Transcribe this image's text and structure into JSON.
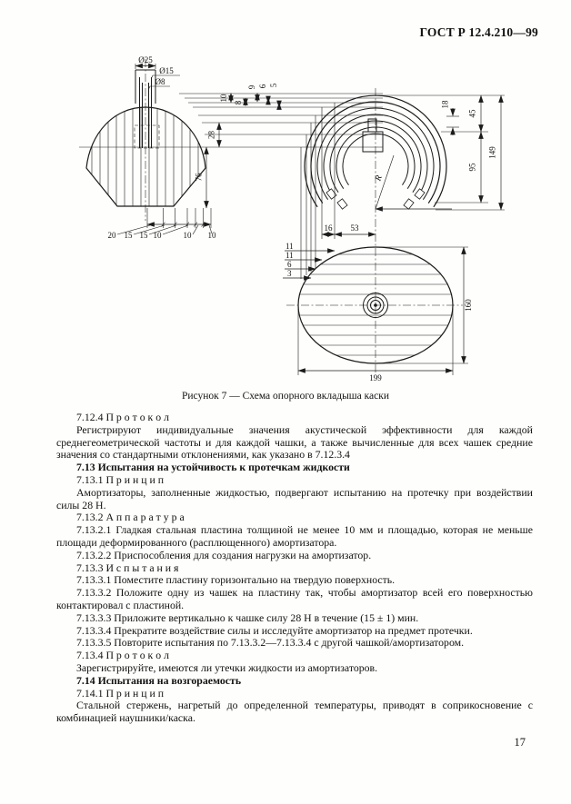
{
  "header": {
    "standard_code": "ГОСТ Р 12.4.210—99"
  },
  "figure": {
    "caption": "Рисунок 7 — Схема опорного вкладыша каски",
    "dims": {
      "d25": "Ø25",
      "d15": "Ø15",
      "d8": "Ø8",
      "v9": "9",
      "v6": "6",
      "v5": "5",
      "v10": "10",
      "v8": "8",
      "v28": "28",
      "v76": "76",
      "b20": "20",
      "b15a": "15",
      "b15b": "15",
      "b10a": "10",
      "b10b": "10",
      "b10c": "10",
      "r18": "18",
      "r45": "45",
      "r95": "95",
      "r149": "149",
      "radius": "R",
      "p16": "16",
      "p53": "53",
      "p11a": "11",
      "p11b": "11",
      "p6": "6",
      "p3": "3",
      "p160": "160",
      "p199": "199"
    }
  },
  "content": {
    "paragraphs": [
      {
        "text": "7.12.4 П р о т о к о л"
      },
      {
        "text": "Регистрируют индивидуальные значения акустической эффективности для каждой среднегеометрической частоты и для каждой чашки, а также вычисленные для всех чашек средние значения со стандартными отклонениями, как указано в 7.12.3.4"
      },
      {
        "text": "7.13 Испытания на устойчивость к протечкам жидкости"
      },
      {
        "text": "7.13.1 П р и н ц и п"
      },
      {
        "text": "Амортизаторы, заполненные жидкостью,  подвергают испытанию на протечку при воздействии силы 28 Н."
      },
      {
        "text": "7.13.2 А п п а р а т у р а"
      },
      {
        "text": "7.13.2.1 Гладкая стальная пластина толщиной не менее 10 мм и площадью, которая не меньше площади деформированного (расплющенного) амортизатора."
      },
      {
        "text": "7.13.2.2 Приспособления для создания нагрузки на амортизатор."
      },
      {
        "text": "7.13.3 И с п ы т а н и я"
      },
      {
        "text": "7.13.3.1 Поместите пластину горизонтально на твердую поверхность."
      },
      {
        "text": "7.13.3.2 Положите одну из чашек на пластину так, чтобы амортизатор всей его поверхностью контактировал с пластиной."
      },
      {
        "text": "7.13.3.3 Приложите вертикально к чашке силу 28 Н в течение (15 ± 1) мин."
      },
      {
        "text": "7.13.3.4 Прекратите воздействие силы и исследуйте амортизатор на предмет протечки."
      },
      {
        "text": "7.13.3.5 Повторите испытания по 7.13.3.2—7.13.3.4 с другой чашкой/амортизатором."
      },
      {
        "text": "7.13.4 П р о т о к о л"
      },
      {
        "text": "Зарегистрируйте, имеются ли утечки жидкости из амортизаторов."
      },
      {
        "text": "7.14 Испытания на возгораемость"
      },
      {
        "text": "7.14.1 П р и н ц и п"
      },
      {
        "text": "Стальной стержень, нагретый до определенной температуры, приводят в соприкосновение с комбинацией наушники/каска."
      }
    ]
  },
  "footer": {
    "page_number": "17"
  }
}
